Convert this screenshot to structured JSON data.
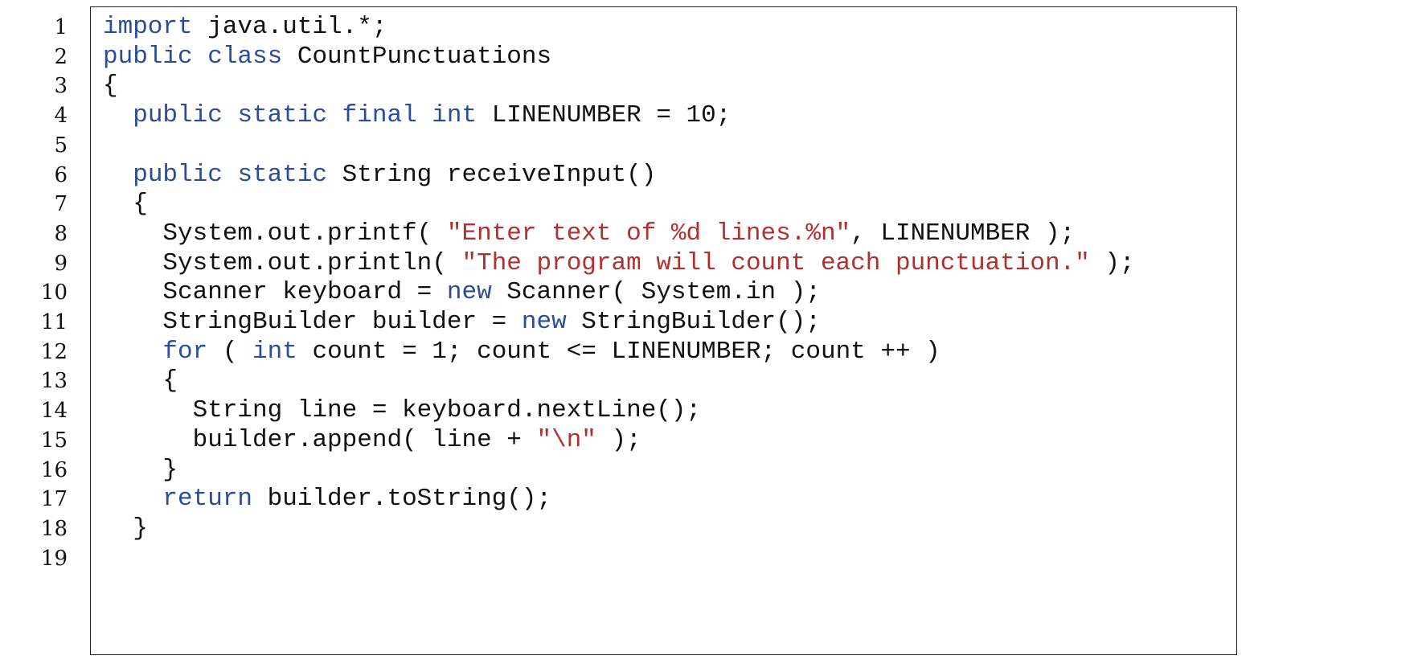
{
  "listing": {
    "lines": [
      [
        [
          "kw",
          "import"
        ],
        [
          "p",
          " java.util.*;"
        ]
      ],
      [
        [
          "kw",
          "public class"
        ],
        [
          "p",
          " CountPunctuations"
        ]
      ],
      [
        [
          "p",
          "{"
        ]
      ],
      [
        [
          "p",
          "  "
        ],
        [
          "kw",
          "public static final int"
        ],
        [
          "p",
          " LINENUMBER = 10;"
        ]
      ],
      [],
      [
        [
          "p",
          "  "
        ],
        [
          "kw",
          "public static"
        ],
        [
          "p",
          " String receiveInput()"
        ]
      ],
      [
        [
          "p",
          "  {"
        ]
      ],
      [
        [
          "p",
          "    System.out.printf( "
        ],
        [
          "str",
          "\"Enter text of %d lines.%n\""
        ],
        [
          "p",
          ", LINENUMBER );"
        ]
      ],
      [
        [
          "p",
          "    System.out.println( "
        ],
        [
          "str",
          "\"The program will count each punctuation.\""
        ],
        [
          "p",
          " );"
        ]
      ],
      [
        [
          "p",
          "    Scanner keyboard = "
        ],
        [
          "kw",
          "new"
        ],
        [
          "p",
          " Scanner( System.in );"
        ]
      ],
      [
        [
          "p",
          "    StringBuilder builder = "
        ],
        [
          "kw",
          "new"
        ],
        [
          "p",
          " StringBuilder();"
        ]
      ],
      [
        [
          "p",
          "    "
        ],
        [
          "kw",
          "for"
        ],
        [
          "p",
          " ( "
        ],
        [
          "kw",
          "int"
        ],
        [
          "p",
          " count = 1; count <= LINENUMBER; count ++ )"
        ]
      ],
      [
        [
          "p",
          "    {"
        ]
      ],
      [
        [
          "p",
          "      String line = keyboard.nextLine();"
        ]
      ],
      [
        [
          "p",
          "      builder.append( line + "
        ],
        [
          "str",
          "\"\\n\""
        ],
        [
          "p",
          " );"
        ]
      ],
      [
        [
          "p",
          "    }"
        ]
      ],
      [
        [
          "p",
          "    "
        ],
        [
          "kw",
          "return"
        ],
        [
          "p",
          " builder.toString();"
        ]
      ],
      [
        [
          "p",
          "  }"
        ]
      ],
      []
    ],
    "line_numbers": [
      "1",
      "2",
      "3",
      "4",
      "5",
      "6",
      "7",
      "8",
      "9",
      "10",
      "11",
      "12",
      "13",
      "14",
      "15",
      "16",
      "17",
      "18",
      "19"
    ]
  },
  "colors": {
    "keyword": "#2b4c9b",
    "string": "#b03030",
    "text": "#111111"
  }
}
